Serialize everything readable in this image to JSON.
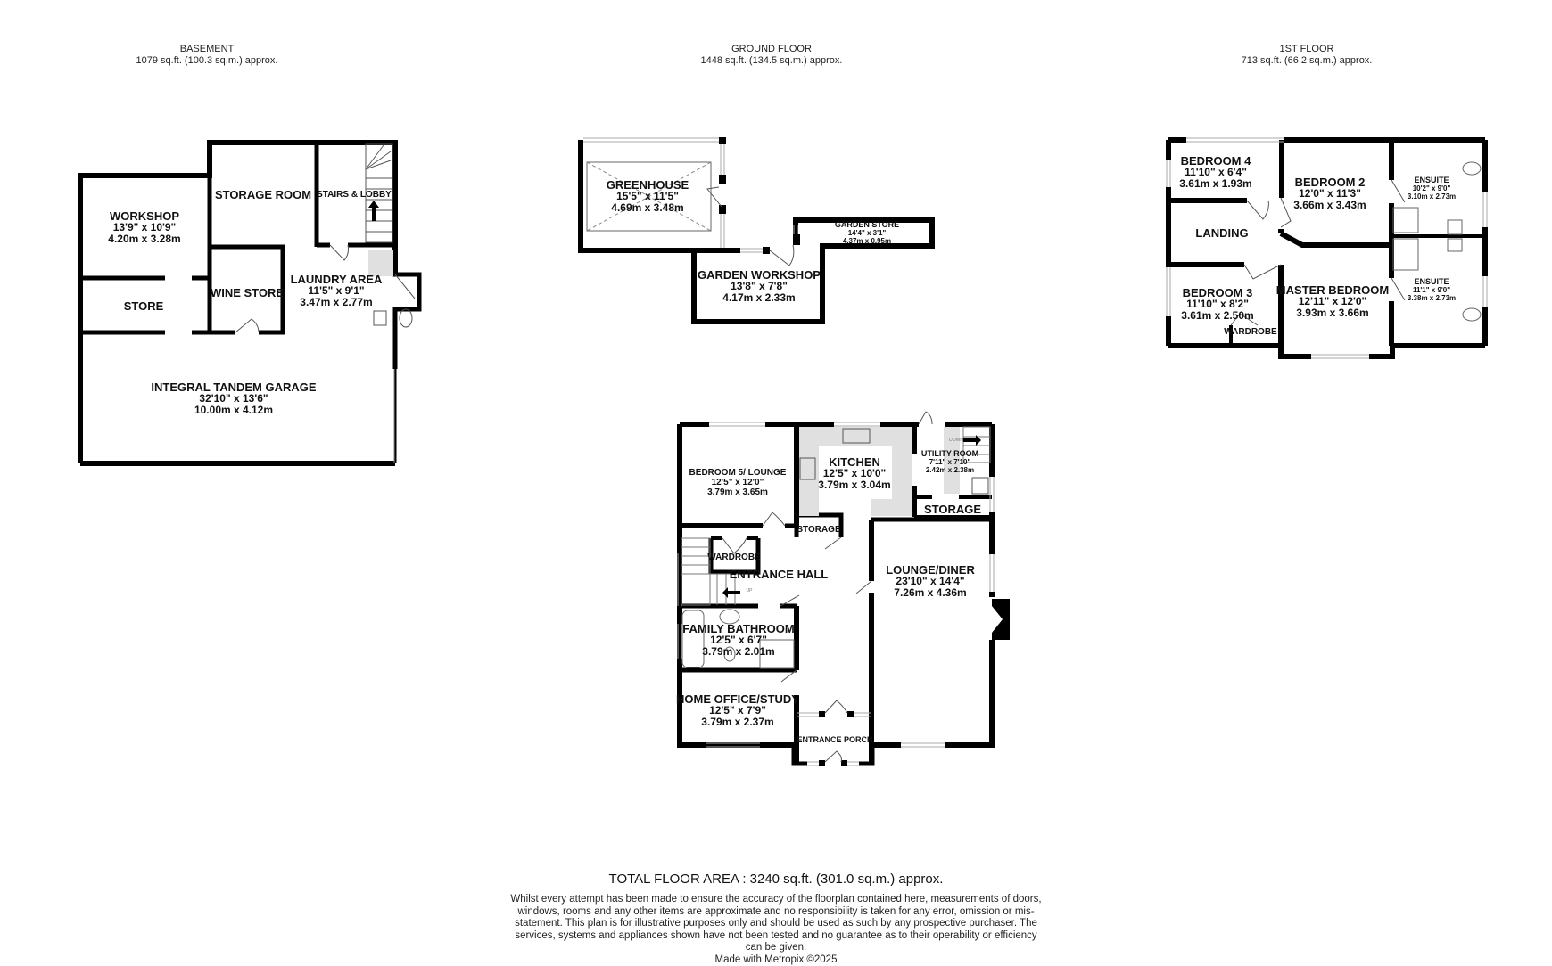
{
  "floors": [
    {
      "id": "basement",
      "title": "BASEMENT",
      "area": "1079 sq.ft. (100.3 sq.m.) approx.",
      "rooms": [
        {
          "name": "WORKSHOP",
          "imperial": "13'9\"  x 10'9\"",
          "metric": "4.20m  x 3.28m"
        },
        {
          "name": "STORAGE ROOM"
        },
        {
          "name": "STAIRS & LOBBY"
        },
        {
          "name": "STORE"
        },
        {
          "name": "WINE STORE"
        },
        {
          "name": "LAUNDRY AREA",
          "imperial": "11'5\"  x 9'1\"",
          "metric": "3.47m  x 2.77m"
        },
        {
          "name": "INTEGRAL TANDEM GARAGE",
          "imperial": "32'10\"  x 13'6\"",
          "metric": "10.00m  x 4.12m"
        }
      ],
      "stairs_label": "UP"
    },
    {
      "id": "ground",
      "title": "GROUND FLOOR",
      "area": "1448 sq.ft. (134.5 sq.m.) approx.",
      "rooms": [
        {
          "name": "GREENHOUSE",
          "imperial": "15'5\"  x 11'5\"",
          "metric": "4.69m  x 3.48m"
        },
        {
          "name": "GARDEN STORE",
          "imperial": "14'4\"  x 3'1\"",
          "metric": "4.37m  x 0.95m"
        },
        {
          "name": "GARDEN WORKSHOP",
          "imperial": "13'8\"  x 7'8\"",
          "metric": "4.17m  x 2.33m"
        },
        {
          "name": "BEDROOM 5/ LOUNGE",
          "imperial": "12'5\"  x 12'0\"",
          "metric": "3.79m  x 3.65m"
        },
        {
          "name": "KITCHEN",
          "imperial": "12'5\"  x 10'0\"",
          "metric": "3.79m  x 3.04m"
        },
        {
          "name": "UTILITY ROOM",
          "imperial": "7'11\"  x 7'10\"",
          "metric": "2.42m  x 2.38m"
        },
        {
          "name": "STORAGE"
        },
        {
          "name": "STORAGE"
        },
        {
          "name": "WARDROBE"
        },
        {
          "name": "ENTRANCE HALL"
        },
        {
          "name": "LOUNGE/DINER",
          "imperial": "23'10\"  x 14'4\"",
          "metric": "7.26m  x 4.36m"
        },
        {
          "name": "FAMILY BATHROOM",
          "imperial": "12'5\"  x 6'7\"",
          "metric": "3.79m  x 2.01m"
        },
        {
          "name": "HOME OFFICE/STUDY",
          "imperial": "12'5\"  x 7'9\"",
          "metric": "3.79m  x 2.37m"
        },
        {
          "name": "ENTRANCE PORCH"
        }
      ],
      "stairs_up_label": "UP",
      "stairs_down_label": "DOWN"
    },
    {
      "id": "first",
      "title": "1ST FLOOR",
      "area": "713 sq.ft. (66.2 sq.m.) approx.",
      "rooms": [
        {
          "name": "BEDROOM 4",
          "imperial": "11'10\"  x 6'4\"",
          "metric": "3.61m  x 1.93m"
        },
        {
          "name": "BEDROOM 2",
          "imperial": "12'0\"  x 11'3\"",
          "metric": "3.66m  x 3.43m"
        },
        {
          "name": "ENSUITE",
          "imperial": "10'2\"  x 9'0\"",
          "metric": "3.10m  x 2.73m"
        },
        {
          "name": "LANDING"
        },
        {
          "name": "BEDROOM 3",
          "imperial": "11'10\"  x 8'2\"",
          "metric": "3.61m  x 2.50m"
        },
        {
          "name": "MASTER BEDROOM",
          "imperial": "12'11\"  x 12'0\"",
          "metric": "3.93m  x 3.66m"
        },
        {
          "name": "ENSUITE",
          "imperial": "11'1\"  x 9'0\"",
          "metric": "3.38m  x 2.73m"
        },
        {
          "name": "WARDROBE"
        }
      ]
    }
  ],
  "footer": {
    "total": "TOTAL FLOOR AREA : 3240 sq.ft. (301.0 sq.m.) approx.",
    "disclaimer": "Whilst every attempt has been made to ensure the accuracy of the floorplan contained here, measurements of doors, windows, rooms and any other items are approximate and no responsibility is taken for any error, omission or mis-statement. This plan is for illustrative purposes only and should be used as such by any prospective purchaser. The services, systems and appliances shown have not been tested and no guarantee as to their operability or efficiency can be given.",
    "credit": "Made with Metropix ©2025"
  },
  "colors": {
    "wall": "#000000",
    "window": "#ffffff",
    "fixture_fill": "#e0e0e0",
    "text": "#111111"
  }
}
